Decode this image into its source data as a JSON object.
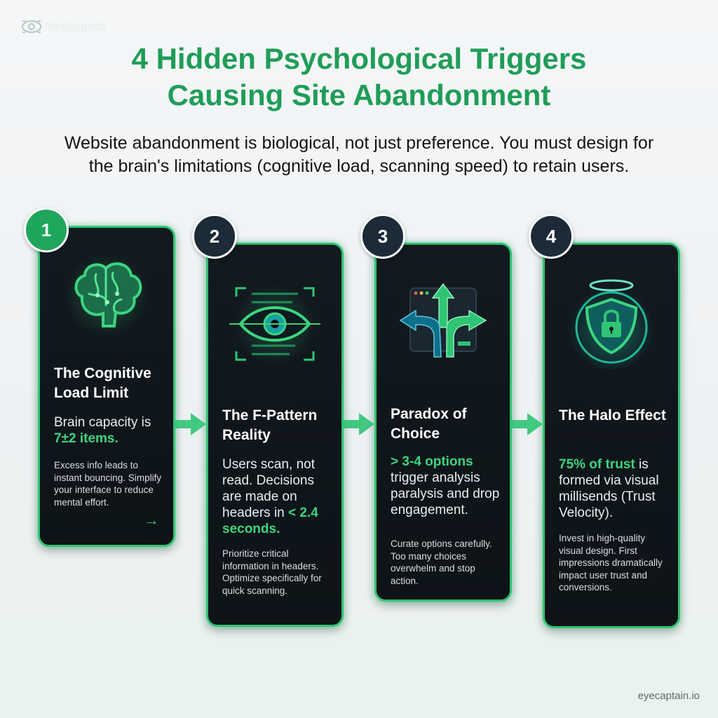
{
  "brand": {
    "name": "EyeCaptain",
    "footer": "eyecaptain.io"
  },
  "header": {
    "title_line1": "4 Hidden Psychological Triggers",
    "title_line2": "Causing Site Abandonment",
    "subtitle_line1": "Website abandonment is biological, not just preference. You must design for",
    "subtitle_line2": "the brain's limitations (cognitive load, scanning speed) to retain users."
  },
  "colors": {
    "accent": "#2fc474",
    "title_green": "#1f9d57",
    "card_bg": "#0f161b",
    "badge_dark": "#1d2a38"
  },
  "cards": [
    {
      "number": "1",
      "icon": "brain-icon",
      "title": "The Cognitive Load Limit",
      "lead_pre": "Brain capacity is ",
      "lead_hl": "7±2 items.",
      "lead_post": "",
      "desc": "Excess info leads to instant bouncing. Simplify your interface to reduce mental effort.",
      "arrow": "→"
    },
    {
      "number": "2",
      "icon": "eye-scan-icon",
      "title": "The F-Pattern Reality",
      "lead_pre": "Users scan, not read. Decisions are made on headers in ",
      "lead_hl": "< 2.4 seconds.",
      "lead_post": "",
      "desc": "Prioritize critical information in headers. Optimize specifically for quick scanning."
    },
    {
      "number": "3",
      "icon": "branching-arrows-icon",
      "title": "Paradox of Choice",
      "lead_pre": "",
      "lead_hl": "> 3-4 options",
      "lead_post": " trigger analysis paralysis and drop engagement.",
      "desc": "Curate options carefully. Too many choices overwhelm and stop action."
    },
    {
      "number": "4",
      "icon": "shield-lock-halo-icon",
      "title": "The Halo Effect",
      "lead_pre": "",
      "lead_hl": "75% of trust",
      "lead_post": " is formed via visual millisends (Trust Velocity).",
      "desc": "Invest in high-quality visual design. First impressions dramatically impact user trust and conversions."
    }
  ]
}
